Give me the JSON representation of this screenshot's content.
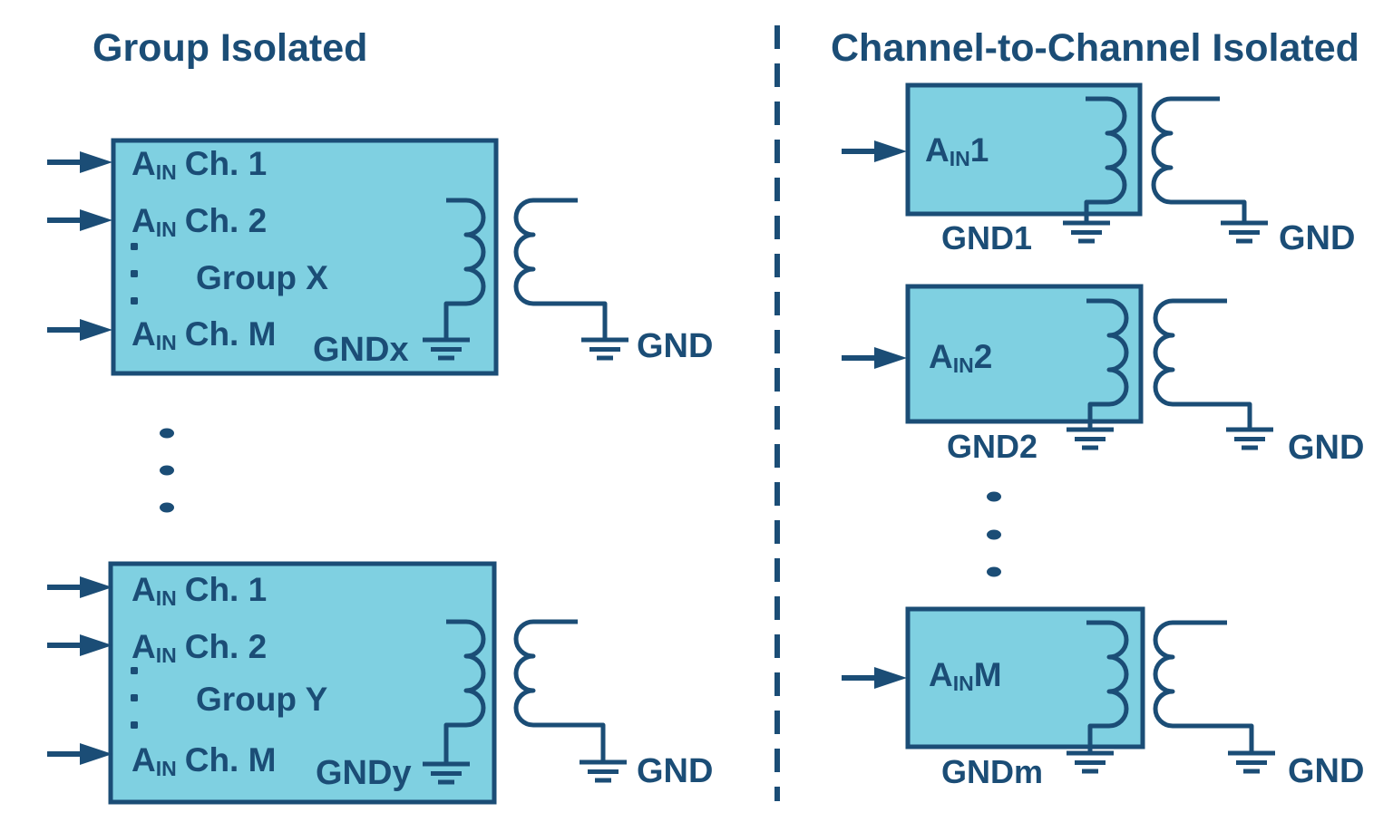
{
  "colors": {
    "navy": "#1b4d76",
    "box_fill": "#7fd0e1",
    "background": "#ffffff"
  },
  "left": {
    "title": "Group Isolated",
    "groups": [
      {
        "name": "Group X",
        "gnd": "GNDx",
        "ext_gnd": "GND",
        "channels": [
          {
            "base": "A",
            "sub": "IN",
            "label": "Ch. 1"
          },
          {
            "base": "A",
            "sub": "IN",
            "label": "Ch. 2"
          },
          {
            "base": "A",
            "sub": "IN",
            "label": "Ch. M"
          }
        ]
      },
      {
        "name": "Group Y",
        "gnd": "GNDy",
        "ext_gnd": "GND",
        "channels": [
          {
            "base": "A",
            "sub": "IN",
            "label": "Ch. 1"
          },
          {
            "base": "A",
            "sub": "IN",
            "label": "Ch. 2"
          },
          {
            "base": "A",
            "sub": "IN",
            "label": "Ch. M"
          }
        ]
      }
    ]
  },
  "right": {
    "title": "Channel-to-Channel Isolated",
    "channels": [
      {
        "base": "A",
        "sub": "IN",
        "num": "1",
        "gnd": "GND1",
        "ext_gnd": "GND"
      },
      {
        "base": "A",
        "sub": "IN",
        "num": "2",
        "gnd": "GND2",
        "ext_gnd": "GND"
      },
      {
        "base": "A",
        "sub": "IN",
        "num": "M",
        "gnd": "GNDm",
        "ext_gnd": "GND"
      }
    ]
  }
}
